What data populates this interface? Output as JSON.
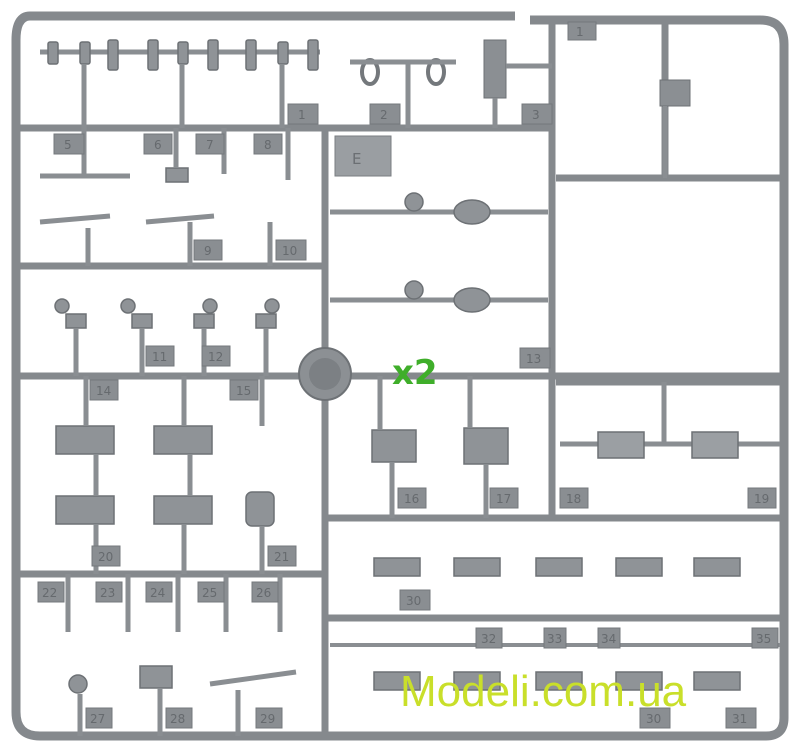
{
  "sprue": {
    "letter": "E",
    "multiplier": "x2",
    "part_numbers": [
      "1",
      "2",
      "3",
      "5",
      "6",
      "7",
      "8",
      "9",
      "10",
      "11",
      "12",
      "13",
      "14",
      "15",
      "16",
      "17",
      "18",
      "19",
      "20",
      "21",
      "22",
      "23",
      "24",
      "25",
      "26",
      "27",
      "28",
      "29",
      "30",
      "31",
      "32",
      "33",
      "34",
      "35",
      "1",
      "30"
    ],
    "watermark": "Modeli.com.ua"
  },
  "colors": {
    "plastic": "#8e9296",
    "plastic_dark": "#6f7377",
    "plastic_light": "#a9adb1",
    "tag": "#7f8387",
    "multiplier_green": "#3fae2a",
    "watermark_yellow": "#c9df2a"
  }
}
